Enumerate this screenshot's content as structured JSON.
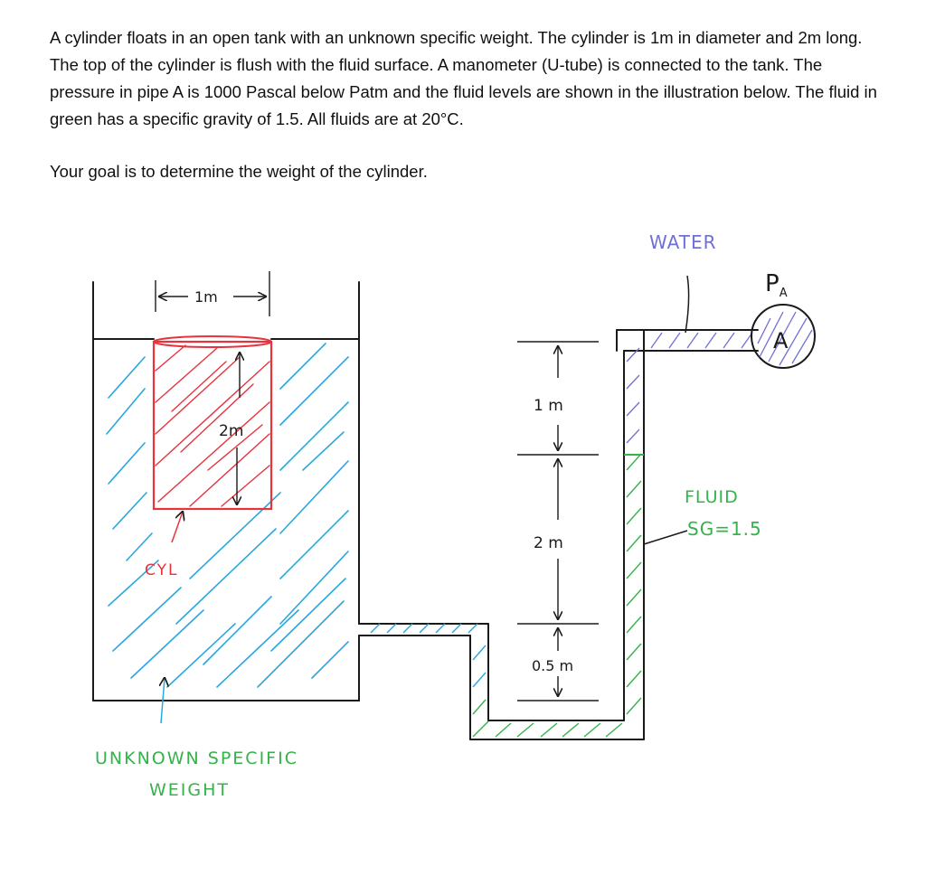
{
  "problem": {
    "paragraph": "A cylinder floats in an open tank with an unknown specific weight. The cylinder is 1m in diameter and 2m long. The top of the cylinder is flush with the fluid surface. A manometer (U-tube) is connected to the tank. The pressure in pipe A is 1000 Pascal below Patm and the fluid levels are shown in the illustration below. The fluid in green has a specific gravity of 1.5. All fluids are at 20°C.",
    "goal": "Your goal is to determine the weight of the cylinder."
  },
  "diagram": {
    "labels": {
      "cylinder_diameter": "1m",
      "cylinder_length": "2m",
      "cylinder": "CYL",
      "tank_fluid_line1": "UNKNOWN SPECIFIC",
      "tank_fluid_line2": "WEIGHT",
      "water": "WATER",
      "pressure_symbol": "P",
      "pressure_subscript": "A",
      "pipe_label": "A",
      "fluid_line1": "FLUID",
      "fluid_line2": "SG=1.5",
      "dim_top": "1 m",
      "dim_middle": "2 m",
      "dim_bottom": "0.5 m"
    },
    "colors": {
      "ink": "#1a1a1a",
      "unknown_fluid": "#2aa7de",
      "cylinder": "#e8323c",
      "manometer_fluid": "#34b34a",
      "water": "#6f6fd8"
    }
  }
}
